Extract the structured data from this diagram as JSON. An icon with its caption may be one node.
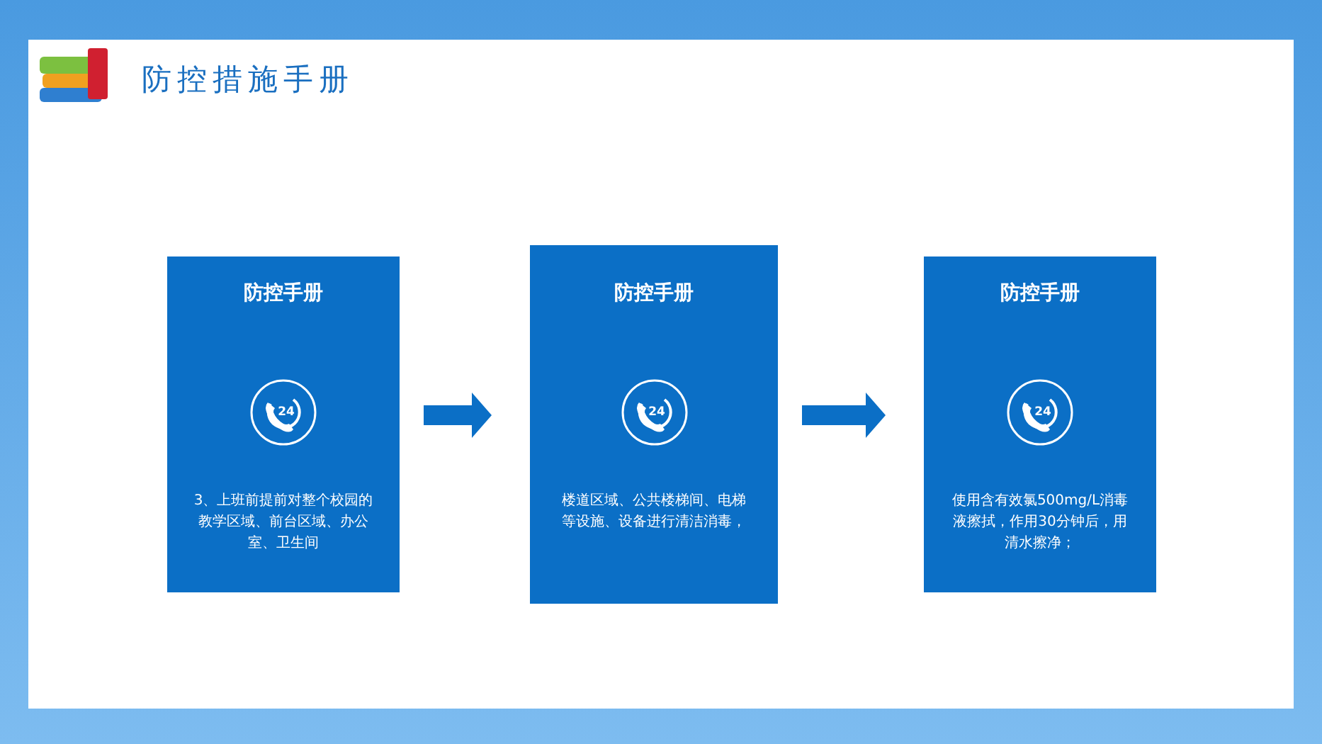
{
  "diagram": {
    "title": "防控措施手册",
    "nodes": [
      {
        "text": [
          "防控手册",
          "24",
          "3、上班前提前对整个校园的教学区域、前台区域、办公室、卫生间"
        ]
      },
      {
        "text": [
          "防控手册",
          "24",
          "楼道区域、公共楼梯间、电梯等设施、设备进行清洁消毒，"
        ]
      },
      {
        "text": [
          "防控手册",
          "24",
          "使用含有效氯500mg/L消毒液擦拭，作用30分钟后，用清水擦净；"
        ]
      }
    ],
    "edges": [
      {
        "from": 0,
        "to": 1,
        "arrow": "to"
      },
      {
        "from": 1,
        "to": 2,
        "arrow": "to"
      }
    ]
  }
}
